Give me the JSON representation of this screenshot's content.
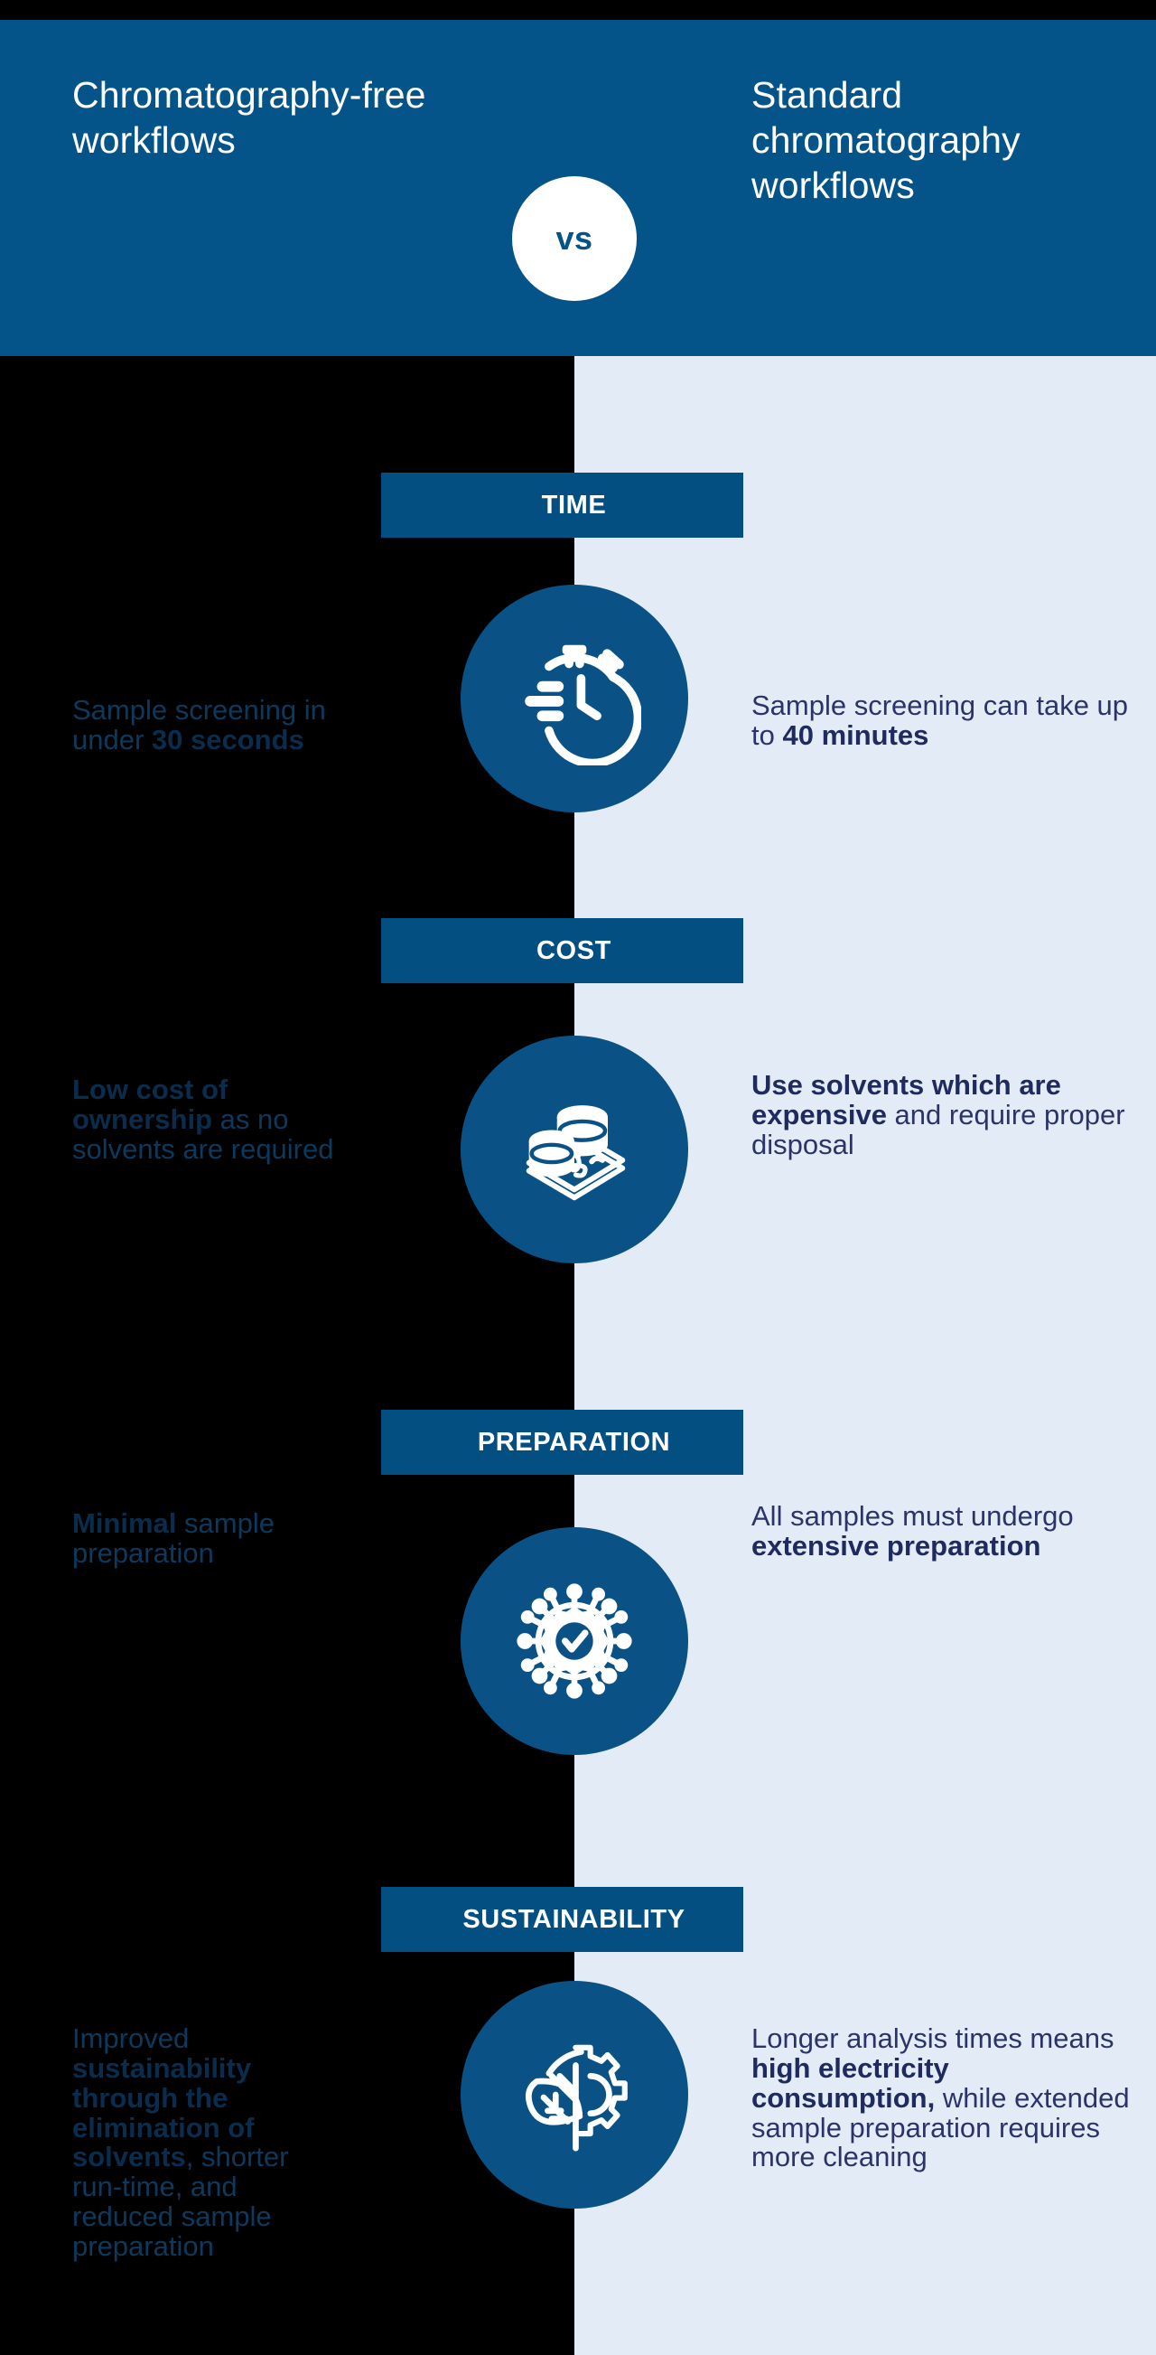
{
  "header": {
    "left_title": "Chromatography-free workflows",
    "vs_label": "vs",
    "right_title": "Standard chromatography workflows",
    "background_color": "#04548a"
  },
  "colors": {
    "brand_blue": "#04548a",
    "badge_blue": "#034f82",
    "icon_circle_blue": "#0a5286",
    "left_panel": "#000000",
    "right_panel": "#e3ecf6",
    "left_text": "#0d3a5c",
    "left_text_bold": "#0a2d4d",
    "right_text": "#2b3468",
    "right_text_bold": "#1f2a5e"
  },
  "sections": [
    {
      "label": "TIME",
      "icon": "stopwatch-icon",
      "left_parts": [
        {
          "text": "Sample screening in under ",
          "bold": false
        },
        {
          "text": "30 seconds",
          "bold": true
        }
      ],
      "right_parts": [
        {
          "text": "Sample screening can take up to ",
          "bold": false
        },
        {
          "text": "40 minutes",
          "bold": true
        }
      ]
    },
    {
      "label": "COST",
      "icon": "money-coins-icon",
      "left_parts": [
        {
          "text": "Low cost of ownership",
          "bold": true
        },
        {
          "text": " as no solvents are required",
          "bold": false
        }
      ],
      "right_parts": [
        {
          "text": "Use solvents which are expensive",
          "bold": true
        },
        {
          "text": " and require proper disposal",
          "bold": false
        }
      ]
    },
    {
      "label": "PREPARATION",
      "icon": "gear-check-icon",
      "left_parts": [
        {
          "text": "Minimal",
          "bold": true
        },
        {
          "text": " sample preparation",
          "bold": false
        }
      ],
      "right_parts": [
        {
          "text": "All samples must undergo ",
          "bold": false
        },
        {
          "text": "extensive preparation",
          "bold": true
        }
      ]
    },
    {
      "label": "SUSTAINABILITY",
      "icon": "leaf-gear-icon",
      "left_parts": [
        {
          "text": "Improved ",
          "bold": false
        },
        {
          "text": "sustainability through the elimination of solvents",
          "bold": true
        },
        {
          "text": ", shorter run-time, and reduced sample preparation",
          "bold": false
        }
      ],
      "right_parts": [
        {
          "text": "Longer analysis times means ",
          "bold": false
        },
        {
          "text": "high electricity consumption,",
          "bold": true
        },
        {
          "text": " while extended sample preparation requires more cleaning",
          "bold": false
        }
      ]
    }
  ],
  "layout": {
    "row_tops": [
      394,
      900,
      1444,
      1950
    ],
    "badge_offsets": [
      129,
      116,
      116,
      138
    ],
    "icon_offsets": [
      253,
      246,
      246,
      242
    ],
    "left_text_tops": [
      770,
      1190,
      1670,
      2240
    ],
    "right_text_tops": [
      765,
      1185,
      1662,
      2240
    ]
  }
}
